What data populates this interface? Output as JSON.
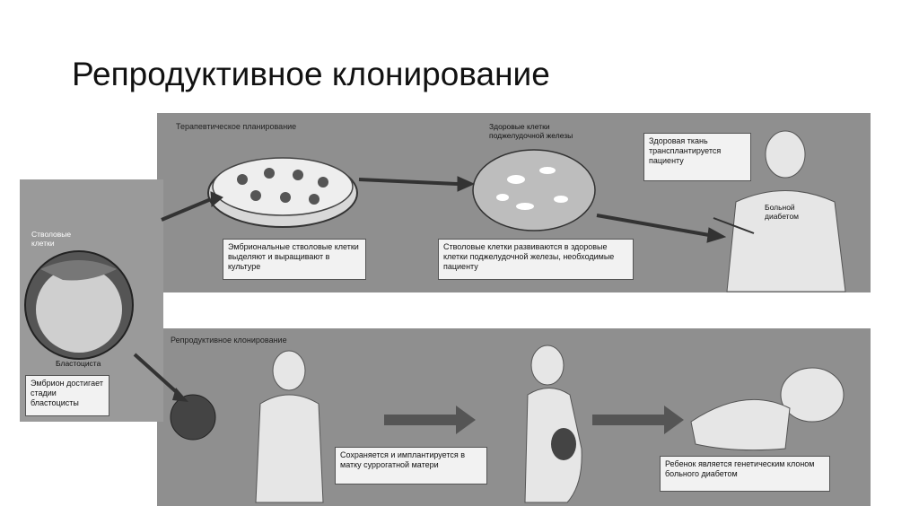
{
  "title": "Репродуктивное клонирование",
  "top_section": {
    "label": "Терапевтическое планирование",
    "healthy_cells_label": "Здоровые клетки поджелудочной железы",
    "caption_culture": "Эмбриональные стволовые клетки выделяют и выращивают в культуре",
    "caption_develop": "Стволовые клетки развиваются в здоровые клетки поджелудочной железы, необходимые пациенту",
    "caption_transplant": "Здоровая ткань трансплантируется пациенту",
    "patient_label": "Больной диабетом"
  },
  "left_section": {
    "stem_cells_label": "Стволовые клетки",
    "blastocyst_label": "Бластоциста",
    "caption_embryo": "Эмбрион достигает стадии бластоцисты"
  },
  "bottom_section": {
    "label": "Репродуктивное клонирование",
    "caption_implant": "Сохраняется и имплантируется в матку суррогатной матери",
    "caption_result": "Ребенок является генетическим клоном больного диабетом"
  },
  "colors": {
    "panel": "#8f8f8f",
    "caption_bg": "#f2f2f2",
    "figure": "#e6e6e6"
  }
}
